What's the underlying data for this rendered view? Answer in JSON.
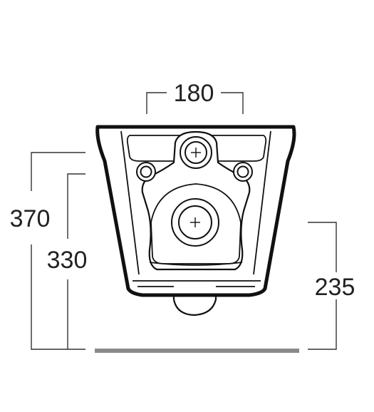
{
  "dimensions": {
    "width_top": "180",
    "height_total": "370",
    "height_inner": "330",
    "height_outlet": "235"
  },
  "colors": {
    "line": "#111111",
    "dimension": "#333333",
    "floor": "#8a8a8a"
  }
}
